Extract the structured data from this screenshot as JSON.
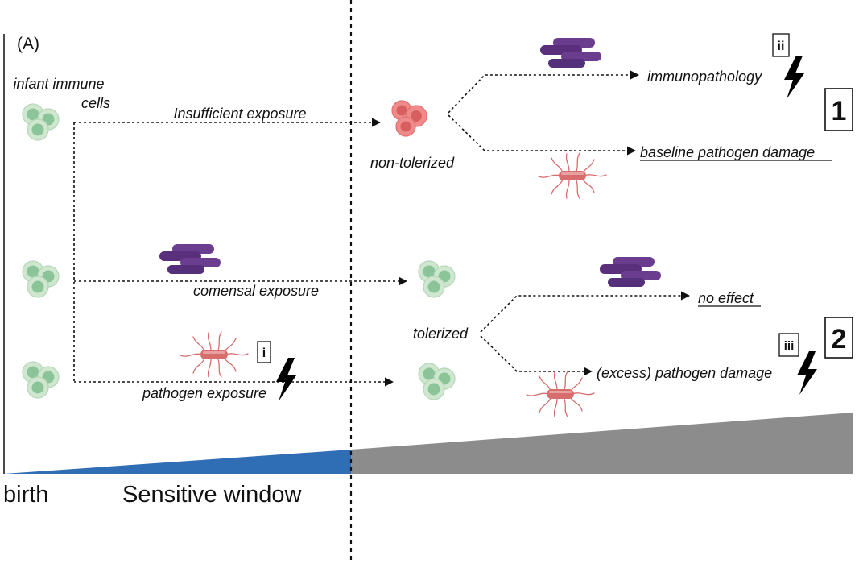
{
  "panel_label": "(A)",
  "cells": {
    "label_line1": "infant immune",
    "label_line2": "cells"
  },
  "exposures": {
    "insufficient": "Insufficient exposure",
    "commensal": "comensal exposure",
    "pathogen": "pathogen exposure"
  },
  "states": {
    "non_tolerized": "non-tolerized",
    "tolerized": "tolerized"
  },
  "outcomes": {
    "immunopathology": "immunopathology",
    "baseline": "baseline pathogen damage",
    "no_effect": "no effect",
    "excess": "(excess) pathogen damage"
  },
  "markers": {
    "i": "i",
    "ii": "ii",
    "iii": "iii",
    "one": "1",
    "two": "2"
  },
  "timeline": {
    "birth": "birth",
    "sensitive_window": "Sensitive window"
  },
  "colors": {
    "naive_cell_fill": "#cfe6cf",
    "naive_cell_nucleus": "#8cc49a",
    "red_cell_fill": "#ef8b8b",
    "red_cell_nucleus": "#d85f5f",
    "commensal": "#6a3d8f",
    "pathogen": "#d76d6d",
    "window_blue": "#2f6db5",
    "after_grey": "#8c8c8c"
  }
}
